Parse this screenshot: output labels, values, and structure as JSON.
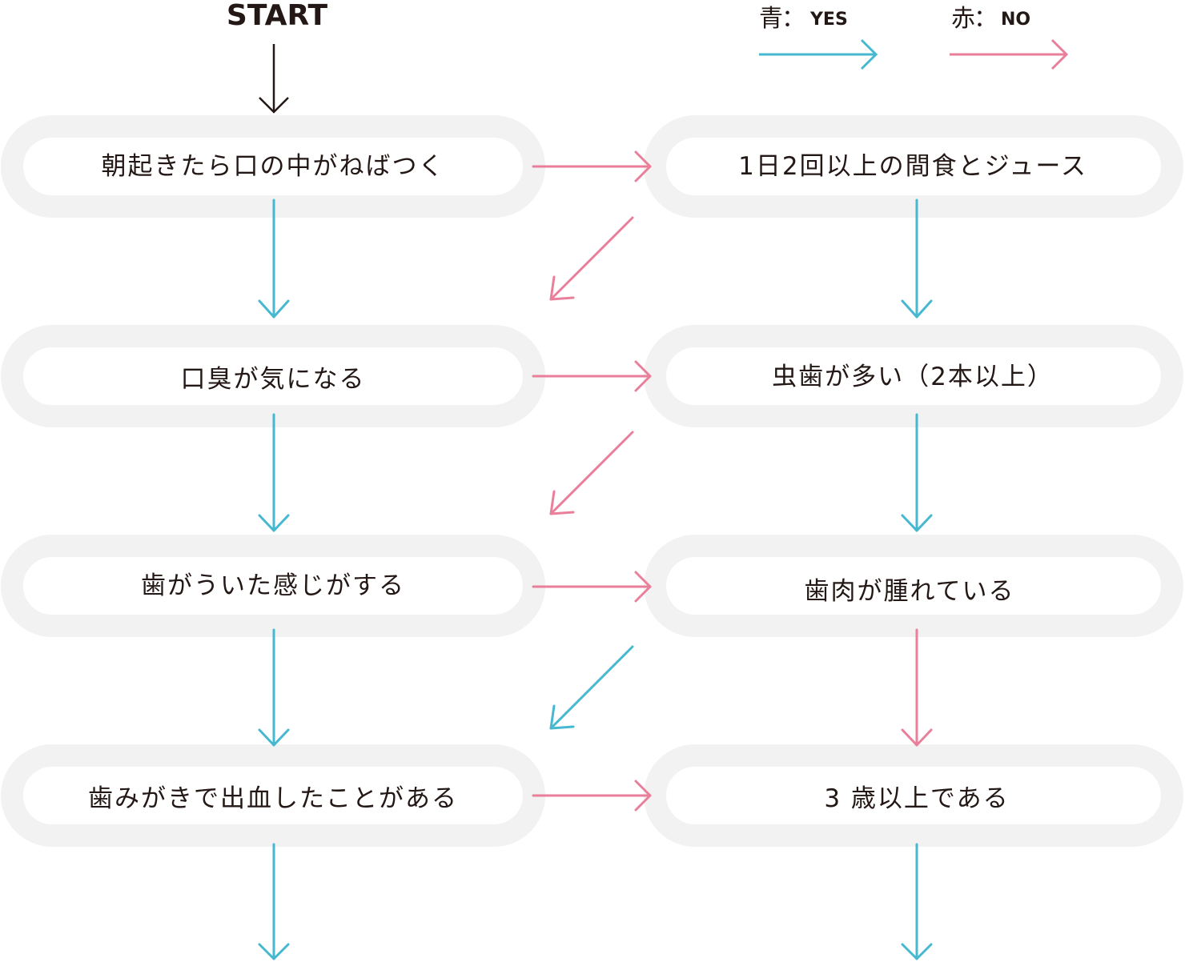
{
  "start_label": "START",
  "legend": {
    "yes": {
      "char": "青",
      "sep": "：",
      "word": "YES",
      "color": "#46b8d0"
    },
    "no": {
      "char": "赤",
      "sep": "：",
      "word": "NO",
      "color": "#e97f9a"
    }
  },
  "colors": {
    "pill_border": "#f2f2f2",
    "text": "#231815",
    "start_arrow": "#231815"
  },
  "nodes": {
    "left": [
      "朝起きたら口の中がねばつく",
      "口臭が気になる",
      "歯がういた感じがする",
      "歯みがきで出血したことがある"
    ],
    "right": [
      "1日2回以上の間食とジュース",
      "虫歯が多い（2本以上）",
      "歯肉が腫れている",
      "3 歳以上である"
    ]
  },
  "edges": [
    {
      "from": "left.0",
      "to": "left.1",
      "answer": "yes"
    },
    {
      "from": "left.1",
      "to": "left.2",
      "answer": "yes"
    },
    {
      "from": "left.2",
      "to": "left.3",
      "answer": "yes"
    },
    {
      "from": "left.3",
      "to": "exit",
      "answer": "yes"
    },
    {
      "from": "left.0",
      "to": "right.0",
      "answer": "no"
    },
    {
      "from": "left.1",
      "to": "right.1",
      "answer": "no"
    },
    {
      "from": "left.2",
      "to": "right.2",
      "answer": "no"
    },
    {
      "from": "left.3",
      "to": "right.3",
      "answer": "no"
    },
    {
      "from": "right.0",
      "to": "left.1",
      "answer": "no"
    },
    {
      "from": "right.1",
      "to": "left.2",
      "answer": "no"
    },
    {
      "from": "right.2",
      "to": "left.3",
      "answer": "yes"
    },
    {
      "from": "right.0",
      "to": "right.1",
      "answer": "yes"
    },
    {
      "from": "right.1",
      "to": "right.2",
      "answer": "yes"
    },
    {
      "from": "right.2",
      "to": "right.3",
      "answer": "no"
    },
    {
      "from": "right.3",
      "to": "exit",
      "answer": "yes"
    }
  ]
}
